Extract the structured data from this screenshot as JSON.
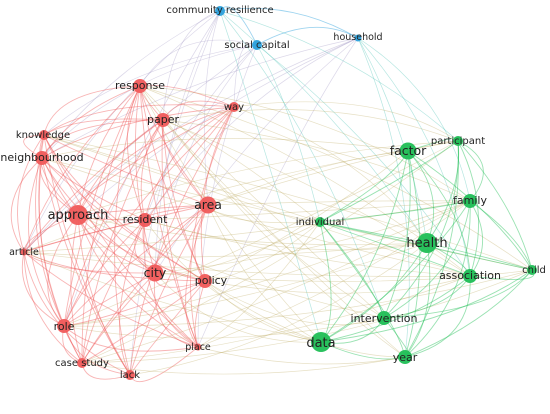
{
  "colors": {
    "red": "#f05a5a",
    "green": "#1fbe55",
    "blue": "#2aa0dc"
  },
  "nodes": [
    {
      "id": "community_resilience",
      "label": "community resilience",
      "cluster": "blue",
      "weight": 2
    },
    {
      "id": "social_capital",
      "label": "social capital",
      "cluster": "blue",
      "weight": 2
    },
    {
      "id": "household",
      "label": "household",
      "cluster": "blue",
      "weight": 1
    },
    {
      "id": "response",
      "label": "response",
      "cluster": "red",
      "weight": 3
    },
    {
      "id": "way",
      "label": "way",
      "cluster": "red",
      "weight": 2
    },
    {
      "id": "paper",
      "label": "paper",
      "cluster": "red",
      "weight": 3
    },
    {
      "id": "knowledge",
      "label": "knowledge",
      "cluster": "red",
      "weight": 2
    },
    {
      "id": "neighbourhood",
      "label": "neighbourhood",
      "cluster": "red",
      "weight": 3
    },
    {
      "id": "approach",
      "label": "approach",
      "cluster": "red",
      "weight": 5
    },
    {
      "id": "resident",
      "label": "resident",
      "cluster": "red",
      "weight": 3
    },
    {
      "id": "area",
      "label": "area",
      "cluster": "red",
      "weight": 4
    },
    {
      "id": "article",
      "label": "article",
      "cluster": "red",
      "weight": 1
    },
    {
      "id": "city",
      "label": "city",
      "cluster": "red",
      "weight": 4
    },
    {
      "id": "policy",
      "label": "policy",
      "cluster": "red",
      "weight": 3
    },
    {
      "id": "role",
      "label": "role",
      "cluster": "red",
      "weight": 3
    },
    {
      "id": "place",
      "label": "place",
      "cluster": "red",
      "weight": 1
    },
    {
      "id": "case_study",
      "label": "case study",
      "cluster": "red",
      "weight": 2
    },
    {
      "id": "lack",
      "label": "lack",
      "cluster": "red",
      "weight": 2
    },
    {
      "id": "factor",
      "label": "factor",
      "cluster": "green",
      "weight": 4
    },
    {
      "id": "participant",
      "label": "participant",
      "cluster": "green",
      "weight": 2
    },
    {
      "id": "family",
      "label": "family",
      "cluster": "green",
      "weight": 3
    },
    {
      "id": "individual",
      "label": "individual",
      "cluster": "green",
      "weight": 2
    },
    {
      "id": "health",
      "label": "health",
      "cluster": "green",
      "weight": 5
    },
    {
      "id": "association",
      "label": "association",
      "cluster": "green",
      "weight": 3
    },
    {
      "id": "child",
      "label": "child",
      "cluster": "green",
      "weight": 2
    },
    {
      "id": "intervention",
      "label": "intervention",
      "cluster": "green",
      "weight": 3
    },
    {
      "id": "data",
      "label": "data",
      "cluster": "green",
      "weight": 5
    },
    {
      "id": "year",
      "label": "year",
      "cluster": "green",
      "weight": 3
    }
  ]
}
